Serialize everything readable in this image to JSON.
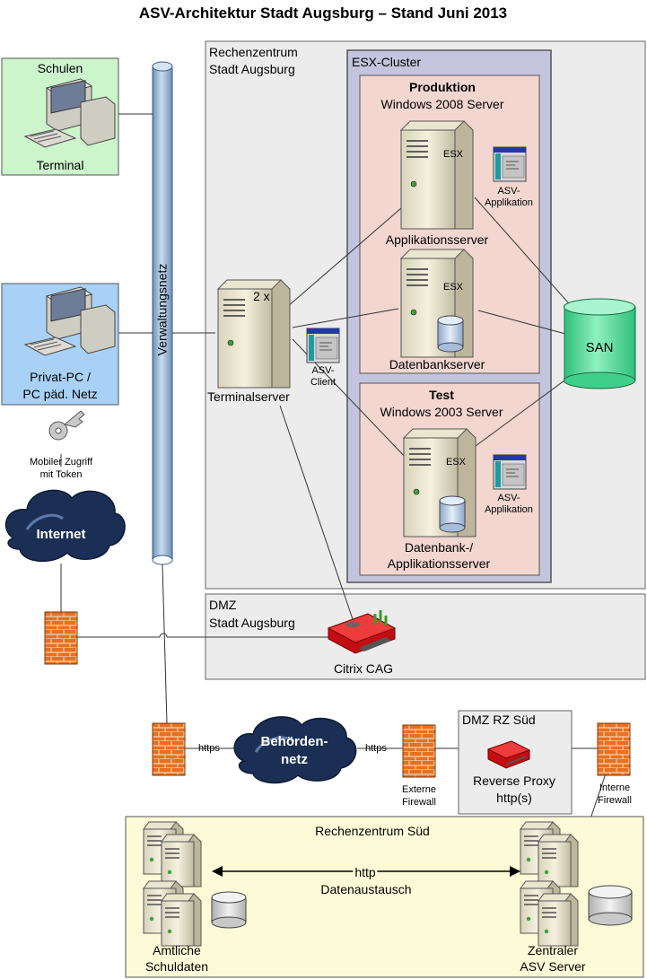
{
  "title": "ASV-Architektur Stadt Augsburg – Stand Juni 2013",
  "schulen": {
    "title": "Schulen",
    "caption": "Terminal"
  },
  "privat": {
    "line1": "Privat-PC /",
    "line2": "PC päd. Netz"
  },
  "token": {
    "line1": "Mobiler Zugriff",
    "line2": "mit Token"
  },
  "internet": "Internet",
  "verwaltungsnetz": "Verwaltungsnetz",
  "rz_stadt": {
    "line1": "Rechenzentrum",
    "line2": "Stadt Augsburg"
  },
  "esx_cluster": "ESX-Cluster",
  "produktion": {
    "title": "Produktion",
    "os": "Windows 2008 Server"
  },
  "test": {
    "title": "Test",
    "os": "Windows 2003 Server"
  },
  "esx_label": "ESX",
  "app_server": "Applikationsserver",
  "db_server": "Datenbankserver",
  "dbapp_server": {
    "line1": "Datenbank-/",
    "line2": "Applikationsserver"
  },
  "asv_app": {
    "line1": "ASV-",
    "line2": "Applikation"
  },
  "asv_client": {
    "line1": "ASV-",
    "line2": "Client"
  },
  "terminalserver": {
    "count": "2 x",
    "label": "Terminalserver"
  },
  "san": "SAN",
  "dmz_stadt": {
    "line1": "DMZ",
    "line2": "Stadt Augsburg",
    "cag": "Citrix CAG"
  },
  "https1": "https",
  "https2": "https",
  "behoerden": {
    "line1": "Behörden-",
    "line2": "netz"
  },
  "ext_firewall": {
    "line1": "Externe",
    "line2": "Firewall"
  },
  "dmz_sued": {
    "title": "DMZ RZ Süd",
    "line1": "Reverse Proxy",
    "line2": "http(s)"
  },
  "int_firewall": {
    "line1": "Interne",
    "line2": "Firewall"
  },
  "rz_sued": {
    "title": "Rechenzentrum Süd",
    "http": "http",
    "exchange": "Datenaustausch",
    "left": {
      "line1": "Amtliche",
      "line2": "Schuldaten"
    },
    "right": {
      "line1": "Zentraler",
      "line2": "ASV Server"
    }
  },
  "colors": {
    "schulen_bg": "#ccf5cc",
    "privat_bg": "#a9d1f7",
    "rz_bg": "#ececec",
    "cluster_bg": "#c4c4de",
    "env_bg": "#f2d6cf",
    "rz_sued_bg": "#fdfbd7",
    "san": "#5fe0a0",
    "pipe": "#9ab7d6",
    "firewall": "#e87020"
  }
}
